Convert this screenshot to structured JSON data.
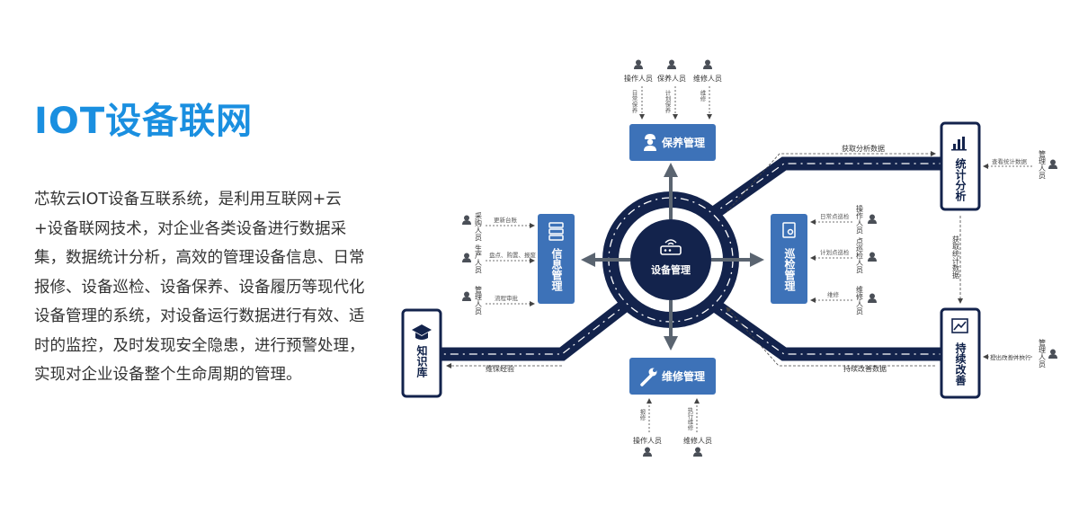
{
  "title": "IOT设备联网",
  "description": "芯软云IOT设备互联系统，是利用互联网+云+设备联网技术，对企业各类设备进行数据采集，数据统计分析，高效的管理设备信息、日常报修、设备巡检、设备保养、设备履历等现代化设备管理的系统，对设备运行数据进行有效、适时的监控，及时发现安全隐患，进行预警处理，实现对企业设备整个生命周期的管理。",
  "diagram": {
    "center": "设备管理",
    "baoyang": {
      "label": "保养管理",
      "roles": [
        "操作人员",
        "保养人员",
        "维修人员"
      ],
      "notes": [
        "日常保养",
        "计划保养",
        "维修"
      ]
    },
    "weixiu": {
      "label": "维修管理",
      "roles": [
        "操作人员",
        "维修人员"
      ],
      "notes": [
        "报修",
        "执行维修"
      ]
    },
    "xinxi": {
      "label": "信息管理",
      "roles": [
        "采购人员",
        "生产人员",
        "管理人员"
      ],
      "notes": [
        "更新台账",
        "盘点、购置、报废",
        "流程审批"
      ]
    },
    "xunjian": {
      "label": "巡检管理",
      "roles": [
        "操作人员",
        "点巡检人员",
        "维修人员"
      ],
      "notes": [
        "日常点巡检",
        "计划点巡检",
        "维修"
      ]
    },
    "tongji": {
      "label": "统计分析",
      "role": "管理人员",
      "note": "查看统计数据"
    },
    "gaishan": {
      "label": "持续改善",
      "role": "管理人员",
      "note": "提出改善并执行"
    },
    "zhishi": {
      "label": "知识库"
    },
    "flows": {
      "top": "获取分析数据",
      "side": "获取统计数据",
      "bottom_right": "持续改善数据",
      "bottom_left": "维保经验"
    },
    "colors": {
      "road": "#13234c",
      "box": "#3d72b8",
      "arrow": "#5a6470",
      "title": "#1a8fe0"
    }
  }
}
